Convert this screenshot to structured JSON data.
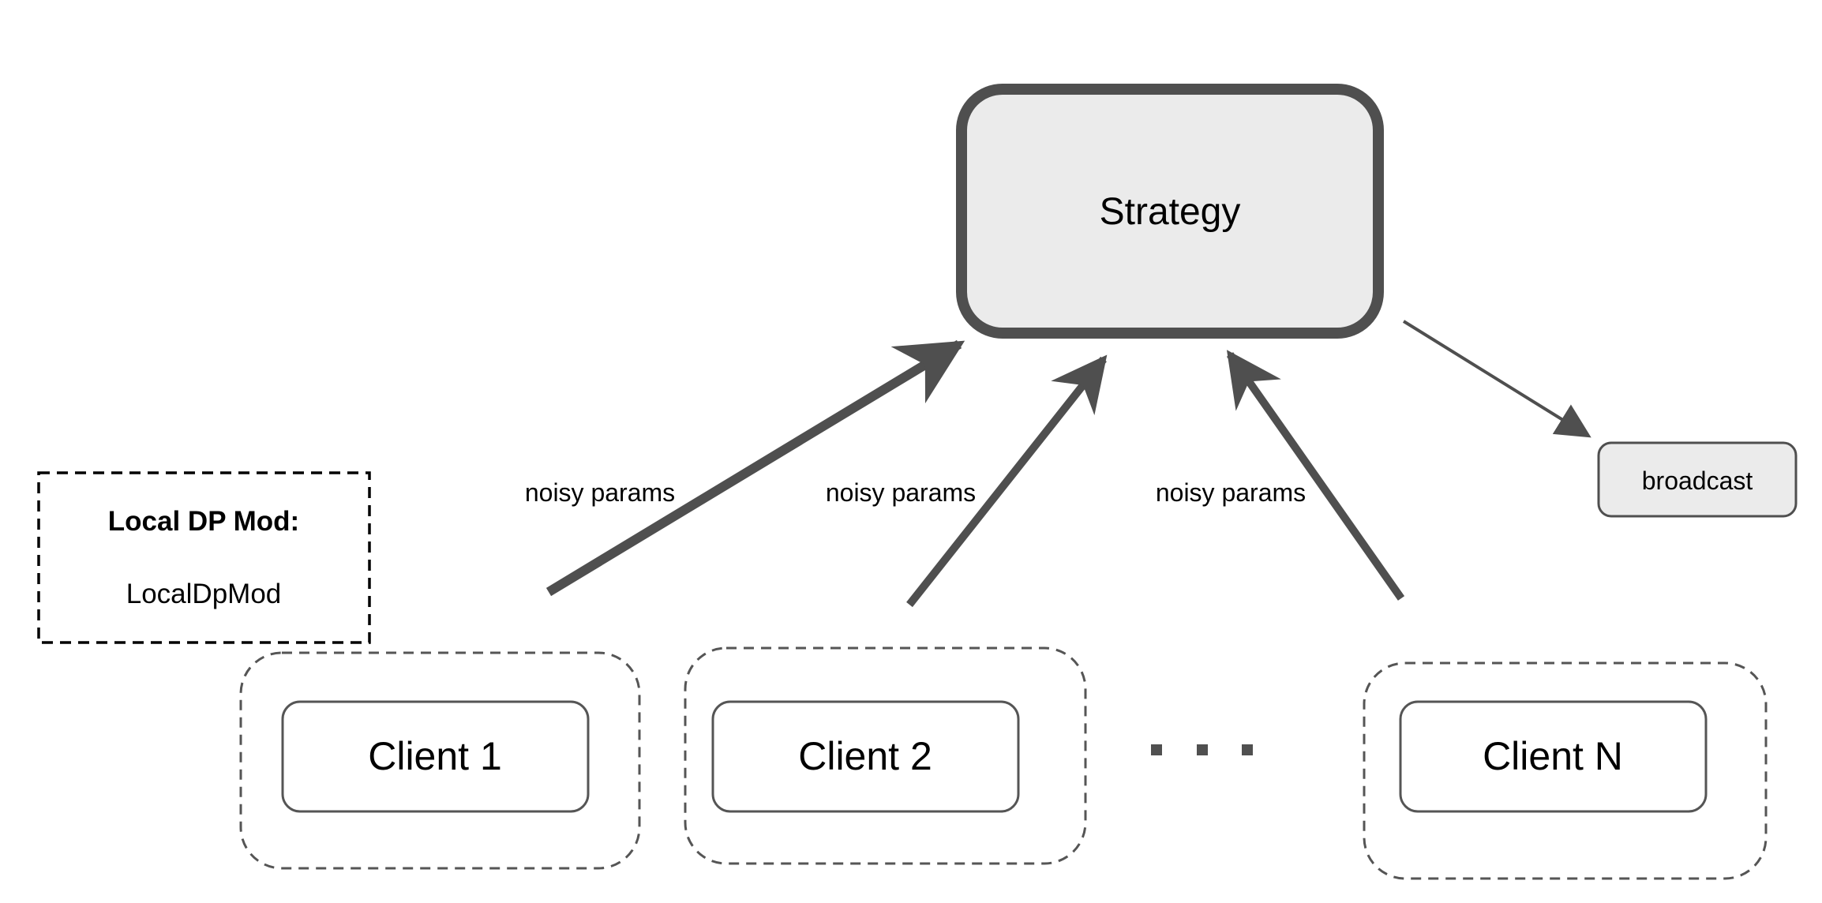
{
  "strategy": {
    "label": "Strategy"
  },
  "broadcast": {
    "label": "broadcast"
  },
  "local_dp_mod": {
    "title": "Local DP Mod:",
    "name": "LocalDpMod"
  },
  "arrows": {
    "label_1": "noisy params",
    "label_2": "noisy params",
    "label_3": "noisy params"
  },
  "clients": [
    {
      "label": "Client 1"
    },
    {
      "label": "Client 2"
    },
    {
      "label": "Client N"
    }
  ],
  "ellipsis_icon": "ellipsis-icon",
  "colors": {
    "box_fill": "#ebebeb",
    "stroke": "#505050",
    "text": "#000000"
  }
}
